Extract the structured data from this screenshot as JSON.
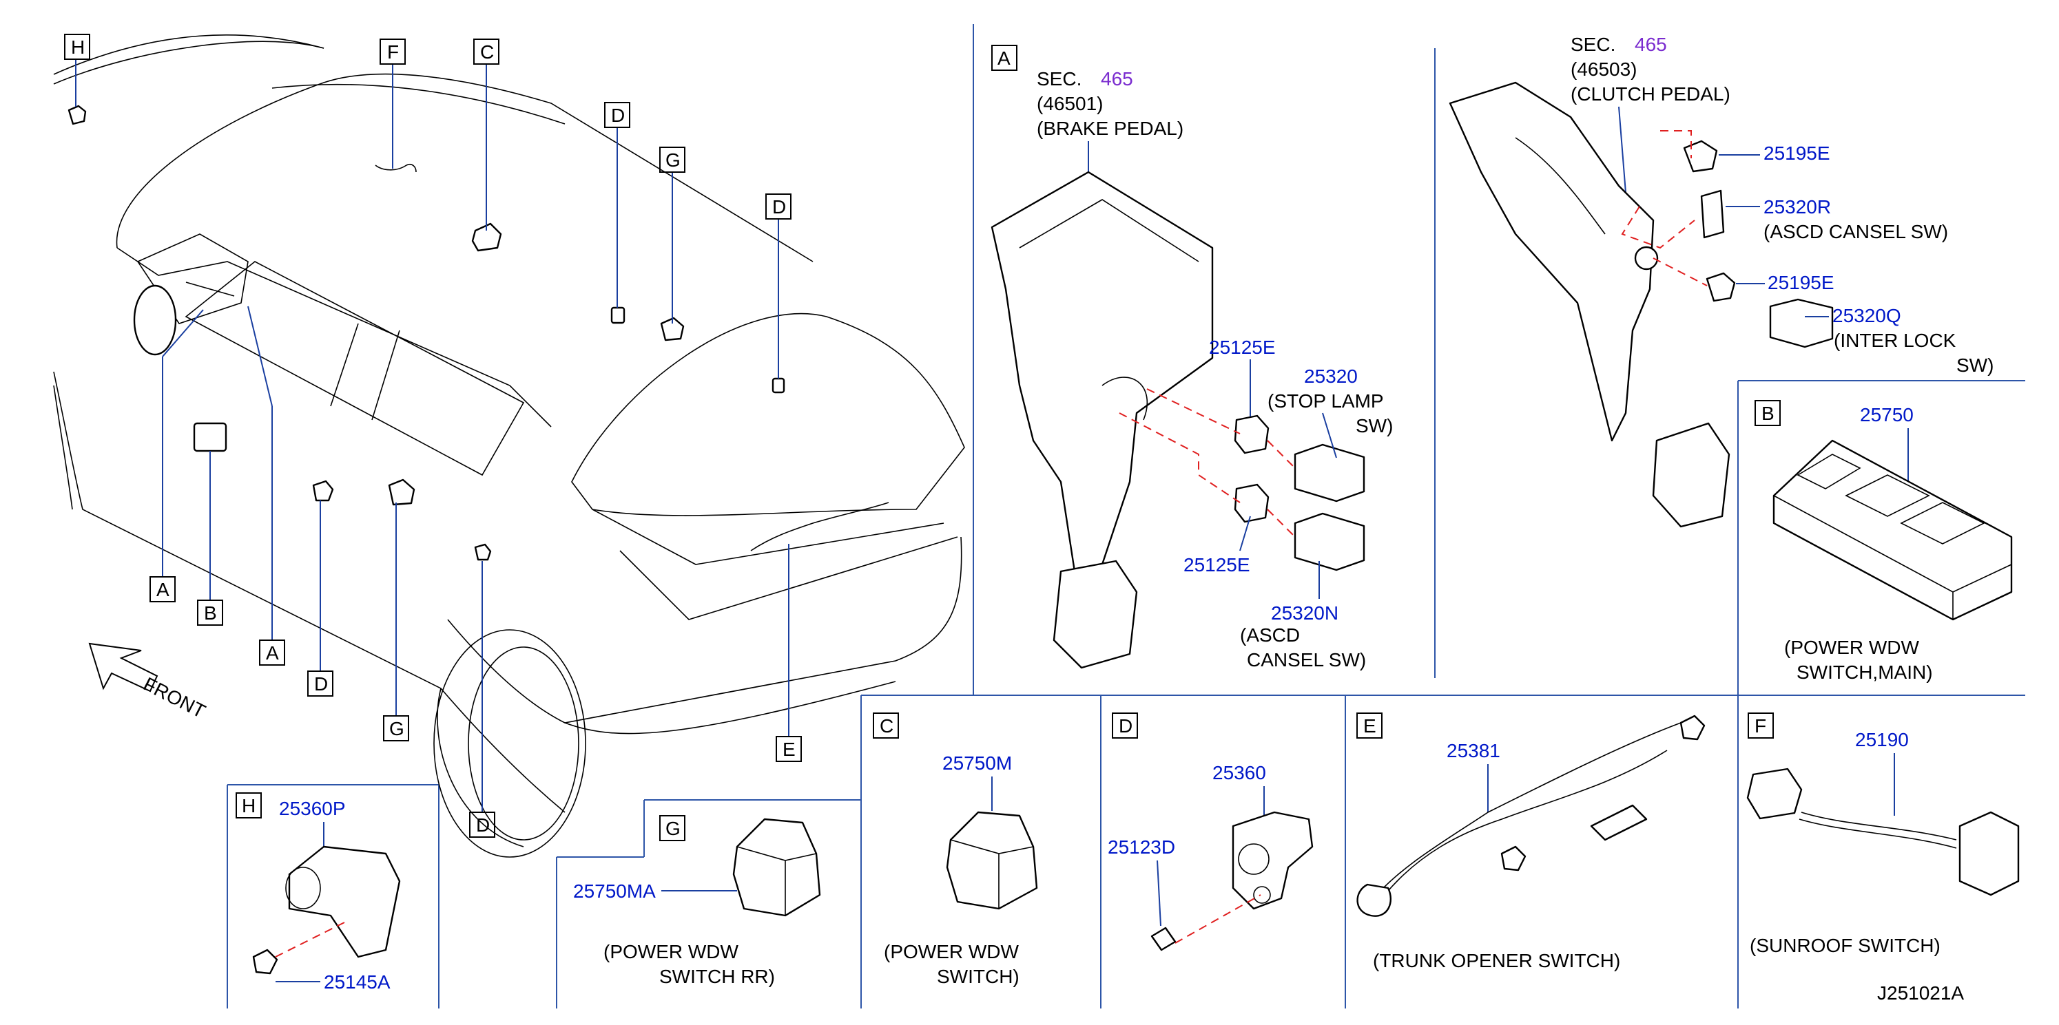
{
  "diagram": {
    "code": "J251021A",
    "front_label": "FRONT",
    "overview": {
      "callouts": [
        "H",
        "F",
        "C",
        "D",
        "G",
        "D",
        "A",
        "B",
        "A",
        "D",
        "G",
        "D",
        "E"
      ]
    },
    "section_a_brake": {
      "box": "A",
      "sec_prefix": "SEC.",
      "sec_num": "465",
      "code": "(46501)",
      "name": "(BRAKE   PEDAL)",
      "p1": "25125E",
      "p2": "25320",
      "p2_desc1": "(STOP   LAMP",
      "p2_desc2": "SW)",
      "p3": "25125E",
      "p4": "25320N",
      "p4_desc1": "(ASCD",
      "p4_desc2": "CANSEL   SW)"
    },
    "section_clutch": {
      "sec_prefix": "SEC.",
      "sec_num": "465",
      "code": "(46503)",
      "name": "(CLUTCH   PEDAL)",
      "p1": "25195E",
      "p2": "25320R",
      "p2_desc": "(ASCD   CANSEL   SW)",
      "p3": "25195E",
      "p4": "25320Q",
      "p4_desc1": "(INTER   LOCK",
      "p4_desc2": "SW)"
    },
    "section_b": {
      "box": "B",
      "part": "25750",
      "desc1": "(POWER   WDW",
      "desc2": "SWITCH,MAIN)"
    },
    "section_c": {
      "box": "C",
      "part": "25750M",
      "desc1": "(POWER   WDW",
      "desc2": "SWITCH)"
    },
    "section_d": {
      "box": "D",
      "part1": "25360",
      "part2": "25123D"
    },
    "section_e": {
      "box": "E",
      "part": "25381",
      "desc": "(TRUNK   OPENER   SWITCH)"
    },
    "section_f": {
      "box": "F",
      "part": "25190",
      "desc": "(SUNROOF   SWITCH)"
    },
    "section_g": {
      "box": "G",
      "part": "25750MA",
      "desc1": "(POWER   WDW",
      "desc2": "SWITCH   RR)"
    },
    "section_h": {
      "box": "H",
      "part1": "25360P",
      "part2": "25145A"
    }
  }
}
